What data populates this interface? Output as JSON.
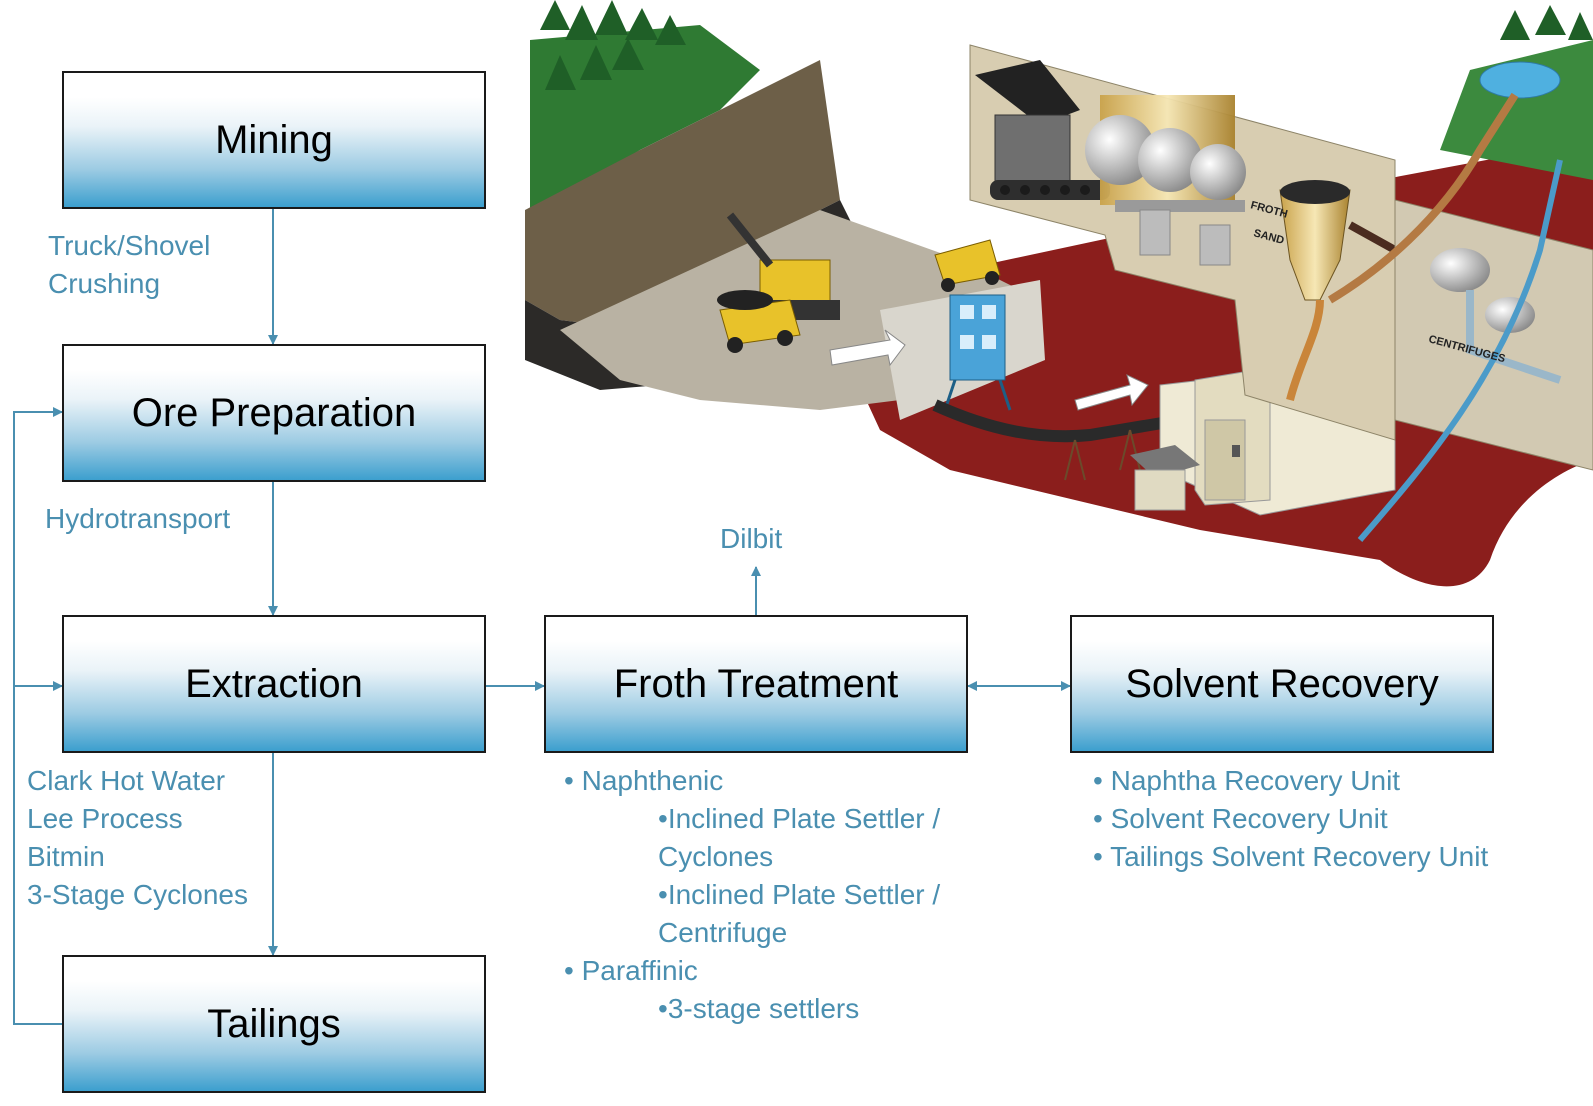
{
  "boxes": {
    "mining": "Mining",
    "ore_preparation": "Ore Preparation",
    "extraction": "Extraction",
    "tailings": "Tailings",
    "froth_treatment": "Froth Treatment",
    "solvent_recovery": "Solvent Recovery"
  },
  "edge_labels": {
    "mining_to_ore": [
      "Truck/Shovel",
      "Crushing"
    ],
    "ore_to_extraction": "Hydrotransport",
    "extraction_to_tailings": [
      "Clark Hot Water",
      "Lee Process",
      "Bitmin",
      "3-Stage Cyclones"
    ],
    "froth_output": "Dilbit"
  },
  "froth_treatment_notes": {
    "naphthenic": "Naphthenic",
    "naphthenic_items": [
      "Inclined Plate Settler /",
      "Cyclones",
      "Inclined Plate Settler /",
      "Centrifuge"
    ],
    "paraffinic": "Paraffinic",
    "paraffinic_items": [
      "3-stage settlers"
    ]
  },
  "solvent_recovery_notes": [
    "Naphtha Recovery Unit",
    "Solvent Recovery Unit",
    "Tailings Solvent Recovery Unit"
  ],
  "illustration": {
    "labels": [
      "FROTH",
      "SAND",
      "CENTRIFUGES"
    ]
  },
  "colors": {
    "label_blue": "#4a8fb0",
    "connector": "#4a8fb0",
    "box_gradient_bottom": "#3c9fce"
  }
}
